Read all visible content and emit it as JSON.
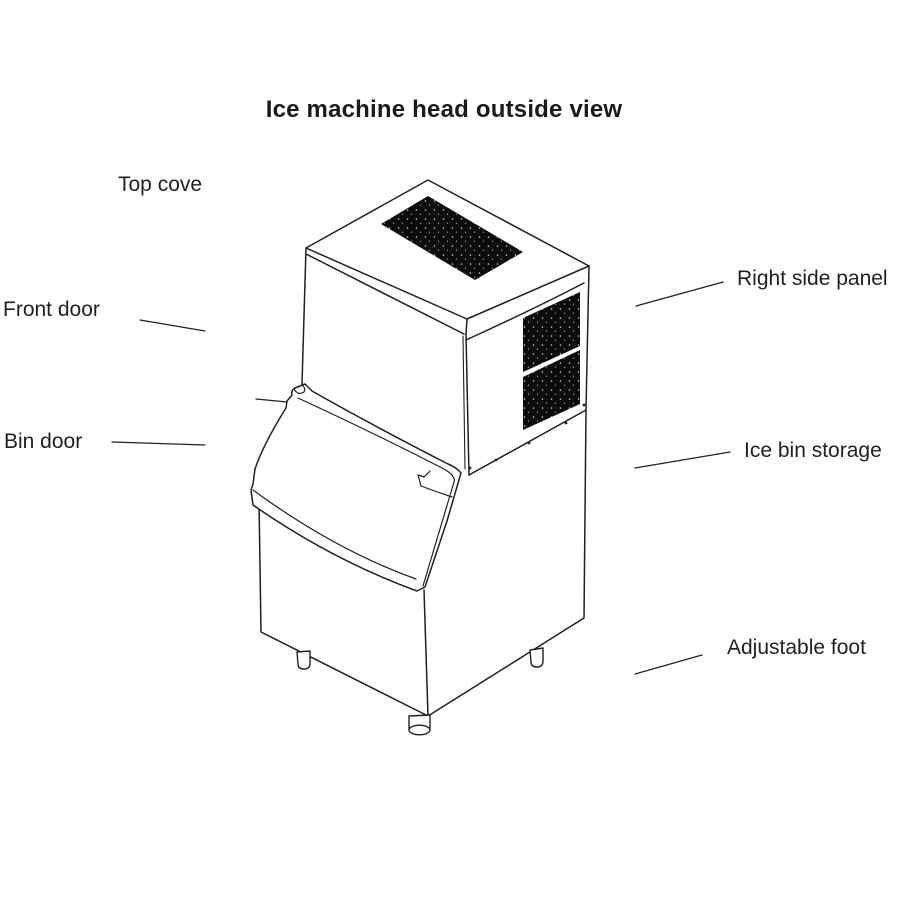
{
  "title": "Ice machine head outside view",
  "labels": {
    "top_cover": "Top cove",
    "front_door": "Front door",
    "bin_door": "Bin door",
    "right_side_panel": "Right side panel",
    "ice_bin_storage": "Ice bin storage",
    "adjustable_foot": "Adjustable foot"
  },
  "colors": {
    "background": "#ffffff",
    "line": "#231f20",
    "text": "#231f20",
    "vent_fill": "#0b0b0b"
  }
}
